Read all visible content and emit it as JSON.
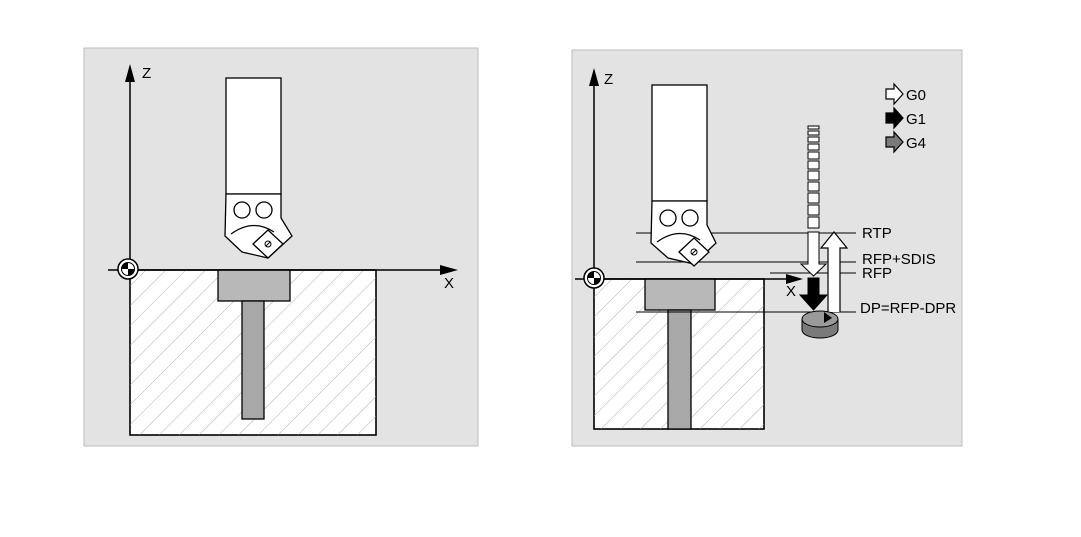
{
  "left_panel": {
    "axis_z": "Z",
    "axis_x": "X"
  },
  "right_panel": {
    "axis_z": "Z",
    "axis_x": "X",
    "levels": {
      "rtp": "RTP",
      "rfp_sdis": "RFP+SDIS",
      "rfp": "RFP",
      "dp": "DP=RFP-DPR"
    },
    "legend": {
      "g0": "G0",
      "g1": "G1",
      "g4": "G4"
    }
  },
  "colors": {
    "panel_bg": "#e3e3e3",
    "workpiece_fill": "#ffffff",
    "insert_fill": "#b0b0b0",
    "hole_fill": "#a8a8a8",
    "dwell_fill": "#7a7a7a",
    "stroke": "#000000"
  }
}
